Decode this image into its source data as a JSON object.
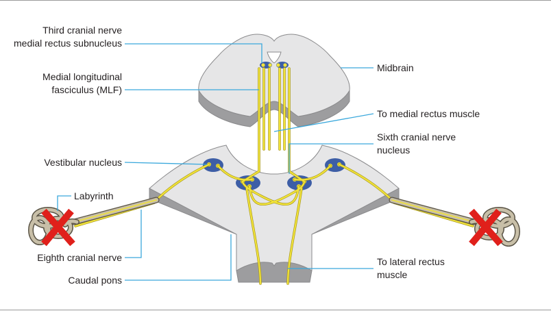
{
  "labels": {
    "third_nerve": [
      "Third cranial nerve",
      "medial rectus subnucleus"
    ],
    "mlf": [
      "Medial longitudinal",
      "fasciculus (MLF)"
    ],
    "midbrain": "Midbrain",
    "to_medial_rectus": "To medial rectus muscle",
    "sixth_nerve": [
      "Sixth cranial nerve",
      "nucleus"
    ],
    "vestibular_nucleus": "Vestibular nucleus",
    "labyrinth": "Labyrinth",
    "eighth_nerve": "Eighth cranial nerve",
    "caudal_pons": "Caudal pons",
    "to_lateral_rectus": [
      "To lateral rectus",
      "muscle"
    ]
  },
  "icons": {
    "lesion_left": "red-x-icon",
    "lesion_right": "red-x-icon"
  },
  "colors": {
    "tissue_fill": "#e6e6e7",
    "tissue_edge": "#8a8a8c",
    "tissue_shadow": "#9d9d9f",
    "nucleus_fill": "#3d5ea6",
    "nerve_fiber": "#f1e33a",
    "nerve_outline": "#a8981d",
    "leader_line": "#3aa8dc",
    "labyrinth_fill": "#c8bfa8",
    "labyrinth_edge": "#5a5446",
    "lesion_mark": "#e0201b",
    "text": "#231f20"
  }
}
